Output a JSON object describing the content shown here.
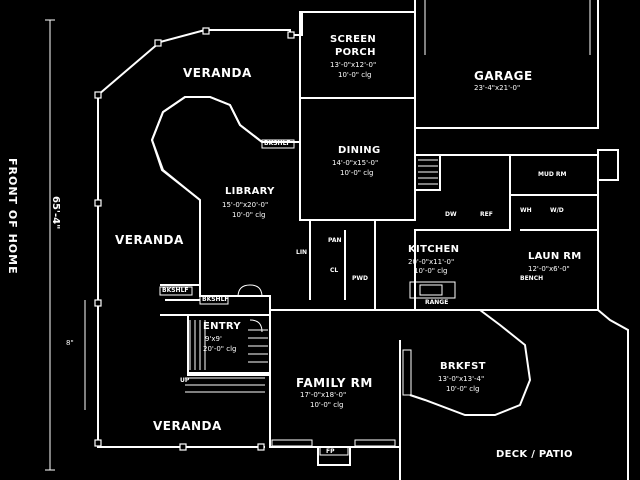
{
  "title": "",
  "front_label": "FRONT OF HOME",
  "overall_dim": "65'-4\"",
  "side_dim": "8\"",
  "rooms": {
    "screen_porch": {
      "name_line1": "SCREEN",
      "name_line2": "PORCH",
      "dims": "13'-0\"x12'-0\"",
      "clg": "10'-0\" clg"
    },
    "garage": {
      "name": "GARAGE",
      "dims": "23'-4\"x21'-0\""
    },
    "veranda_top": {
      "name": "VERANDA"
    },
    "dining": {
      "name": "DINING",
      "dims": "14'-0\"x15'-0\"",
      "clg": "10'-0\" clg"
    },
    "library": {
      "name": "LIBRARY",
      "dims": "15'-0\"x20'-0\"",
      "clg": "10'-0\" clg"
    },
    "veranda_left": {
      "name": "VERANDA"
    },
    "kitchen": {
      "name": "KITCHEN",
      "dims": "20'-0\"x11'-0\"",
      "clg": "10'-0\" clg"
    },
    "laundry": {
      "name": "LAUN RM",
      "dims": "12'-0\"x6'-0\""
    },
    "mud_rm": {
      "name": "MUD RM"
    },
    "entry": {
      "name": "ENTRY",
      "dims": "9'x9'",
      "clg": "20'-0\" clg"
    },
    "family_rm": {
      "name": "FAMILY RM",
      "dims": "17'-0\"x18'-0\"",
      "clg": "10'-0\" clg"
    },
    "brkfst": {
      "name": "BRKFST",
      "dims": "13'-0\"x13'-4\"",
      "clg": "10'-0\" clg"
    },
    "veranda_bottom": {
      "name": "VERANDA"
    },
    "deck": {
      "name": "DECK / PATIO"
    }
  },
  "tags": {
    "bkshlf_top": "BKSHLF",
    "bkshlf_lower": "BKSHLF",
    "bkshlf_door": "BKSHLF",
    "linen": "LIN",
    "pantry": "PAN",
    "cl_hall": "CL",
    "dw": "DW",
    "ref": "REF",
    "wh": "WH",
    "wd": "W/D",
    "range": "RANGE",
    "fp": "FP",
    "up": "UP",
    "pwd": "PWD",
    "bench": "BENCH"
  }
}
